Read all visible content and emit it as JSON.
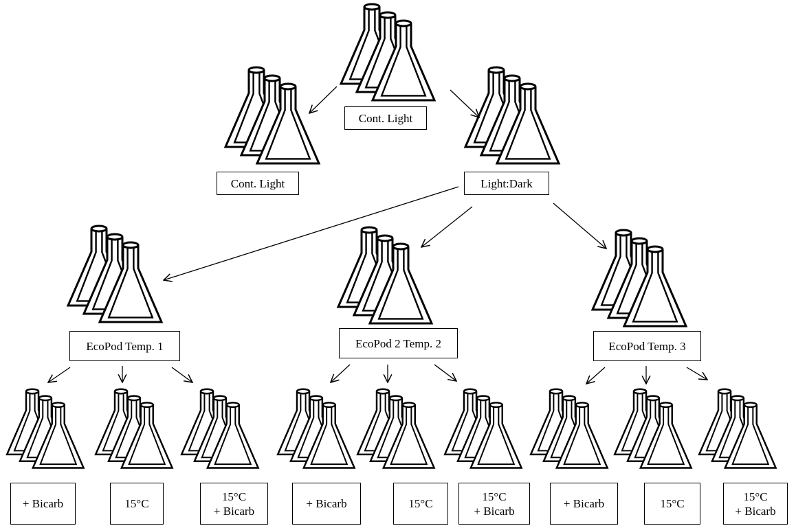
{
  "labels": {
    "root": "Cont. Light",
    "cont_light": "Cont. Light",
    "light_dark": "Light:Dark",
    "ecopod_1": "EcoPod Temp. 1",
    "ecopod_2": "EcoPod 2 Temp. 2",
    "ecopod_3": "EcoPod Temp. 3",
    "leaf_1_1": "+ Bicarb",
    "leaf_1_2": "15°C",
    "leaf_1_3": "15°C\n+ Bicarb",
    "leaf_2_1": "+ Bicarb",
    "leaf_2_2": "15°C",
    "leaf_2_3": "15°C\n+ Bicarb",
    "leaf_3_1": "+ Bicarb",
    "leaf_3_2": "15°C",
    "leaf_3_3": "15°C\n+ Bicarb"
  },
  "colors": {
    "stroke": "#000000",
    "background": "#ffffff"
  },
  "icon": "flask-icon"
}
